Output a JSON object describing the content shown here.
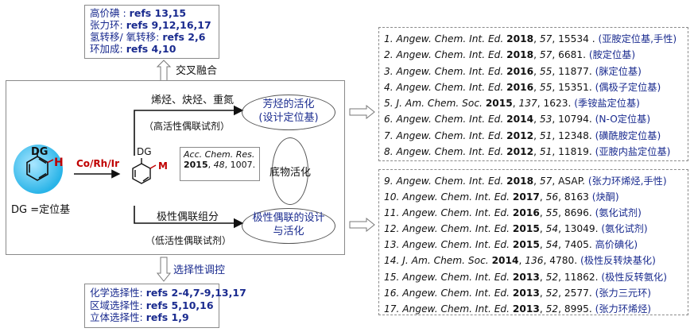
{
  "top_box": {
    "lines": [
      {
        "label": "高价碘 : ",
        "refs": "refs 13,15"
      },
      {
        "label": "张力环: ",
        "refs": "refs 9,12,16,17"
      },
      {
        "label": "氢转移/ 氧转移: ",
        "refs": "refs 2,6"
      },
      {
        "label": "环加成: ",
        "refs": "refs 4,10"
      }
    ]
  },
  "top_arrow_label": "交叉融合",
  "bottom_arrow_label": "选择性调控",
  "bottom_box": {
    "lines": [
      {
        "label": "化学选择性: ",
        "refs": "refs 2-4,7-9,13,17"
      },
      {
        "label": "区域选择性: ",
        "refs": "refs 5,10,16"
      },
      {
        "label": "立体选择性: ",
        "refs": "refs 1,9"
      }
    ]
  },
  "main": {
    "dg_circle_label": "DG",
    "h_label": "H",
    "dg_definition": "DG =定位基",
    "catalyst": "Co/Rh/Ir",
    "product_dg": "DG",
    "product_m": "M",
    "ref_box": {
      "journal": "Acc. Chem. Res.",
      "year": "2015",
      "volume": "48",
      "pages": "1007."
    },
    "upper_reagents": "烯烃、炔烃、重氮",
    "upper_note": "（高活性偶联试剂）",
    "lower_reagents": "极性偶联组分",
    "lower_note": "（低活性偶联试剂）",
    "center_oval": "底物活化",
    "upper_oval": [
      "芳烃的活化",
      "(设计定位基)"
    ],
    "lower_oval": [
      "极性偶联的设计",
      "与活化"
    ]
  },
  "refs_group1": [
    {
      "num": "1.",
      "journal": "Angew. Chem. Int. Ed.",
      "year": "2018",
      "vol": "57",
      "pages": "15534 .",
      "note": "(亚胺定位基,手性)"
    },
    {
      "num": "2.",
      "journal": "Angew. Chem. Int. Ed.",
      "year": "2018",
      "vol": "57",
      "pages": "6681.",
      "note": "(胺定位基)"
    },
    {
      "num": "3.",
      "journal": "Angew. Chem. Int. Ed.",
      "year": "2016",
      "vol": "55",
      "pages": "11877.",
      "note": "(脒定位基)"
    },
    {
      "num": "4.",
      "journal": "Angew. Chem. Int. Ed.",
      "year": "2016",
      "vol": "55",
      "pages": "15351.",
      "note": "(偶极子定位基)"
    },
    {
      "num": "5.",
      "journal": "J. Am. Chem. Soc.",
      "year": "2015",
      "vol": "137",
      "pages": "1623.",
      "note": "(季铵盐定位基)"
    },
    {
      "num": "6.",
      "journal": "Angew. Chem. Int. Ed.",
      "year": "2014",
      "vol": "53",
      "pages": "10794.",
      "note": "(N-O定位基)"
    },
    {
      "num": "7.",
      "journal": "Angew. Chem. Int. Ed.",
      "year": "2012",
      "vol": "51",
      "pages": "12348.",
      "note": "(磺酰胺定位基)"
    },
    {
      "num": "8.",
      "journal": "Angew. Chem. Int. Ed.",
      "year": "2012",
      "vol": "51",
      "pages": "11819.",
      "note": "(亚胺内盐定位基)"
    }
  ],
  "refs_group2": [
    {
      "num": "9.",
      "journal": "Angew. Chem. Int. Ed.",
      "year": "2018",
      "vol": "57",
      "pages": "ASAP.",
      "note": "(张力环烯烃,手性)"
    },
    {
      "num": "10.",
      "journal": "Angew. Chem. Int. Ed.",
      "year": "2017",
      "vol": "56",
      "pages": "8163",
      "note": "(炔酮)"
    },
    {
      "num": "11.",
      "journal": "Angew. Chem. Int. Ed.",
      "year": "2016",
      "vol": "55",
      "pages": "8696.",
      "note": "(氨化试剂)"
    },
    {
      "num": "12.",
      "journal": "Angew. Chem. Int. Ed.",
      "year": "2015",
      "vol": "54",
      "pages": "13049.",
      "note": "(氨化试剂)"
    },
    {
      "num": "13.",
      "journal": "Angew. Chem. Int. Ed.",
      "year": "2015",
      "vol": "54",
      "pages": "7405.",
      "note": "高价碘化)"
    },
    {
      "num": "14.",
      "journal": "J. Am. Chem. Soc.",
      "year": "2014",
      "vol": "136",
      "pages": "4780.",
      "note": "(极性反转炔基化)"
    },
    {
      "num": "15.",
      "journal": "Angew. Chem. Int. Ed.",
      "year": "2013",
      "vol": "52",
      "pages": "11862.",
      "note": "(极性反转氨化)"
    },
    {
      "num": "16.",
      "journal": "Angew. Chem. Int. Ed.",
      "year": "2013",
      "vol": "52",
      "pages": "2577.",
      "note": "(张力三元环)"
    },
    {
      "num": "17.",
      "journal": "Angew. Chem. Int. Ed.",
      "year": "2013",
      "vol": "52",
      "pages": "8995.",
      "note": "(张力环烯烃)"
    }
  ],
  "colors": {
    "blue_text": "#1a2b8f",
    "red": "#c00000",
    "circle_fill": "#29b4e8"
  }
}
